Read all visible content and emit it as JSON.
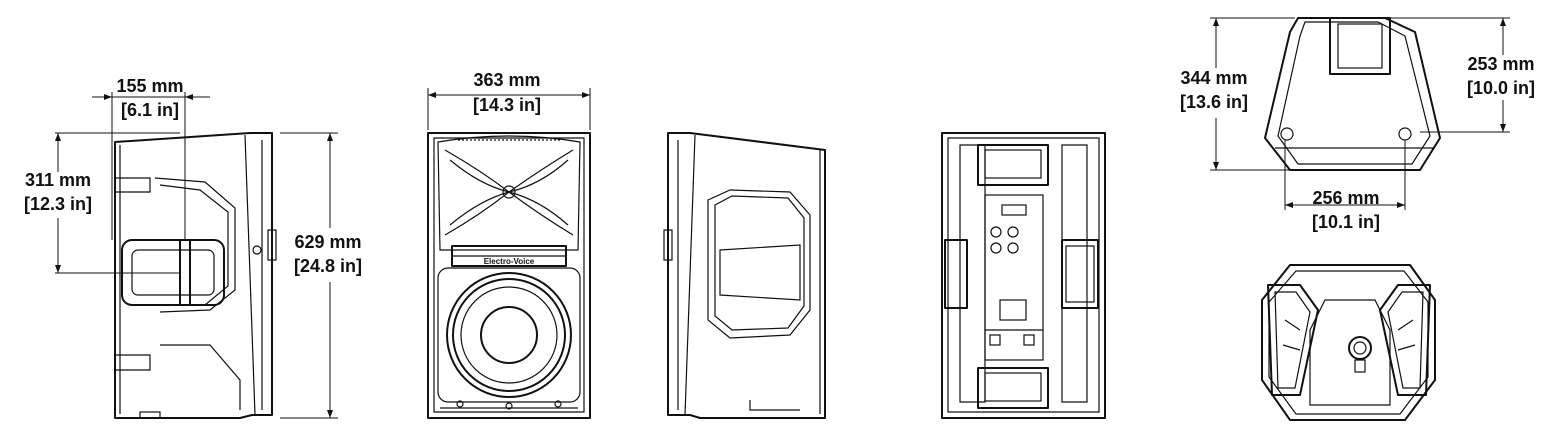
{
  "dimensions": {
    "side_depth": {
      "mm": "155 mm",
      "in": "[6.1 in]"
    },
    "side_handle": {
      "mm": "311 mm",
      "in": "[12.3 in]"
    },
    "height": {
      "mm": "629 mm",
      "in": "[24.8 in]"
    },
    "width": {
      "mm": "363 mm",
      "in": "[14.3 in]"
    },
    "top_depth": {
      "mm": "344 mm",
      "in": "[13.6 in]"
    },
    "top_rear": {
      "mm": "253 mm",
      "in": "[10.0 in]"
    },
    "top_width": {
      "mm": "256 mm",
      "in": "[10.1 in]"
    }
  },
  "logo_text": "Electro-Voice",
  "colors": {
    "line": "#111111",
    "background": "#ffffff"
  }
}
